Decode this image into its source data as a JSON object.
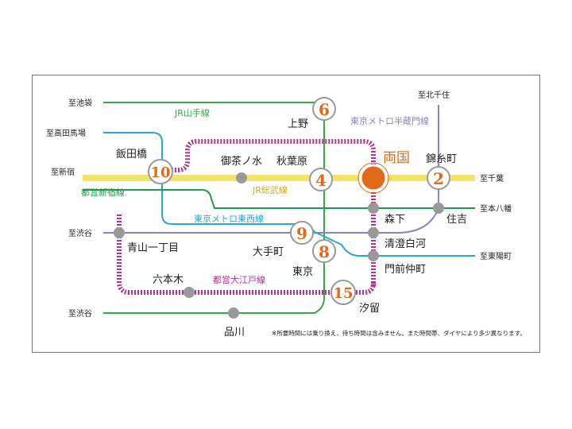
{
  "colors": {
    "yamanote": "#3aa646",
    "sobu": "#f3e36b",
    "hanzomon": "#8b84b8",
    "tozai": "#2aa7cf",
    "shinjuku": "#1f9b4c",
    "oedo": "#b0348b",
    "accent": "#e06a1c"
  },
  "map": {
    "lines": {
      "yamanote": "JR山手線",
      "sobu": "JR総武線",
      "hanzomon": "東京メトロ半蔵門線",
      "tozai": "東京メトロ東西線",
      "shinjuku": "都営新宿線",
      "oedo": "都営大江戸線"
    },
    "terminals": {
      "ikebukuro": "至池袋",
      "takadanobaba": "至高田馬場",
      "shinjuku": "至新宿",
      "shibuya1": "至渋谷",
      "shibuya2": "至渋谷",
      "kitasenju": "至北千住",
      "chiba": "至千葉",
      "motoyawata": "至本八幡",
      "toyocho": "至東陽町"
    },
    "stations": {
      "ueno": "上野",
      "iidabashi": "飯田橋",
      "ochanomizu": "御茶ノ水",
      "akihabara": "秋葉原",
      "ryogoku": "両国",
      "kinshicho": "錦糸町",
      "morishita": "森下",
      "sumiyoshi": "住吉",
      "aoyama": "青山一丁目",
      "otemachi": "大手町",
      "kiyosumi": "清澄白河",
      "tokyo": "東京",
      "monzen": "門前仲町",
      "roppongi": "六本木",
      "shiodome": "汐留",
      "shinagawa": "品川"
    },
    "minutes": {
      "ueno": "6",
      "iidabashi": "10",
      "akihabara": "4",
      "kinshicho": "2",
      "otemachi": "9",
      "tokyo": "8",
      "shiodome": "15"
    },
    "note": "※所要時間には乗り換え、待ち時間は含みません。また時間帯、ダイヤにより多少異なります。"
  }
}
